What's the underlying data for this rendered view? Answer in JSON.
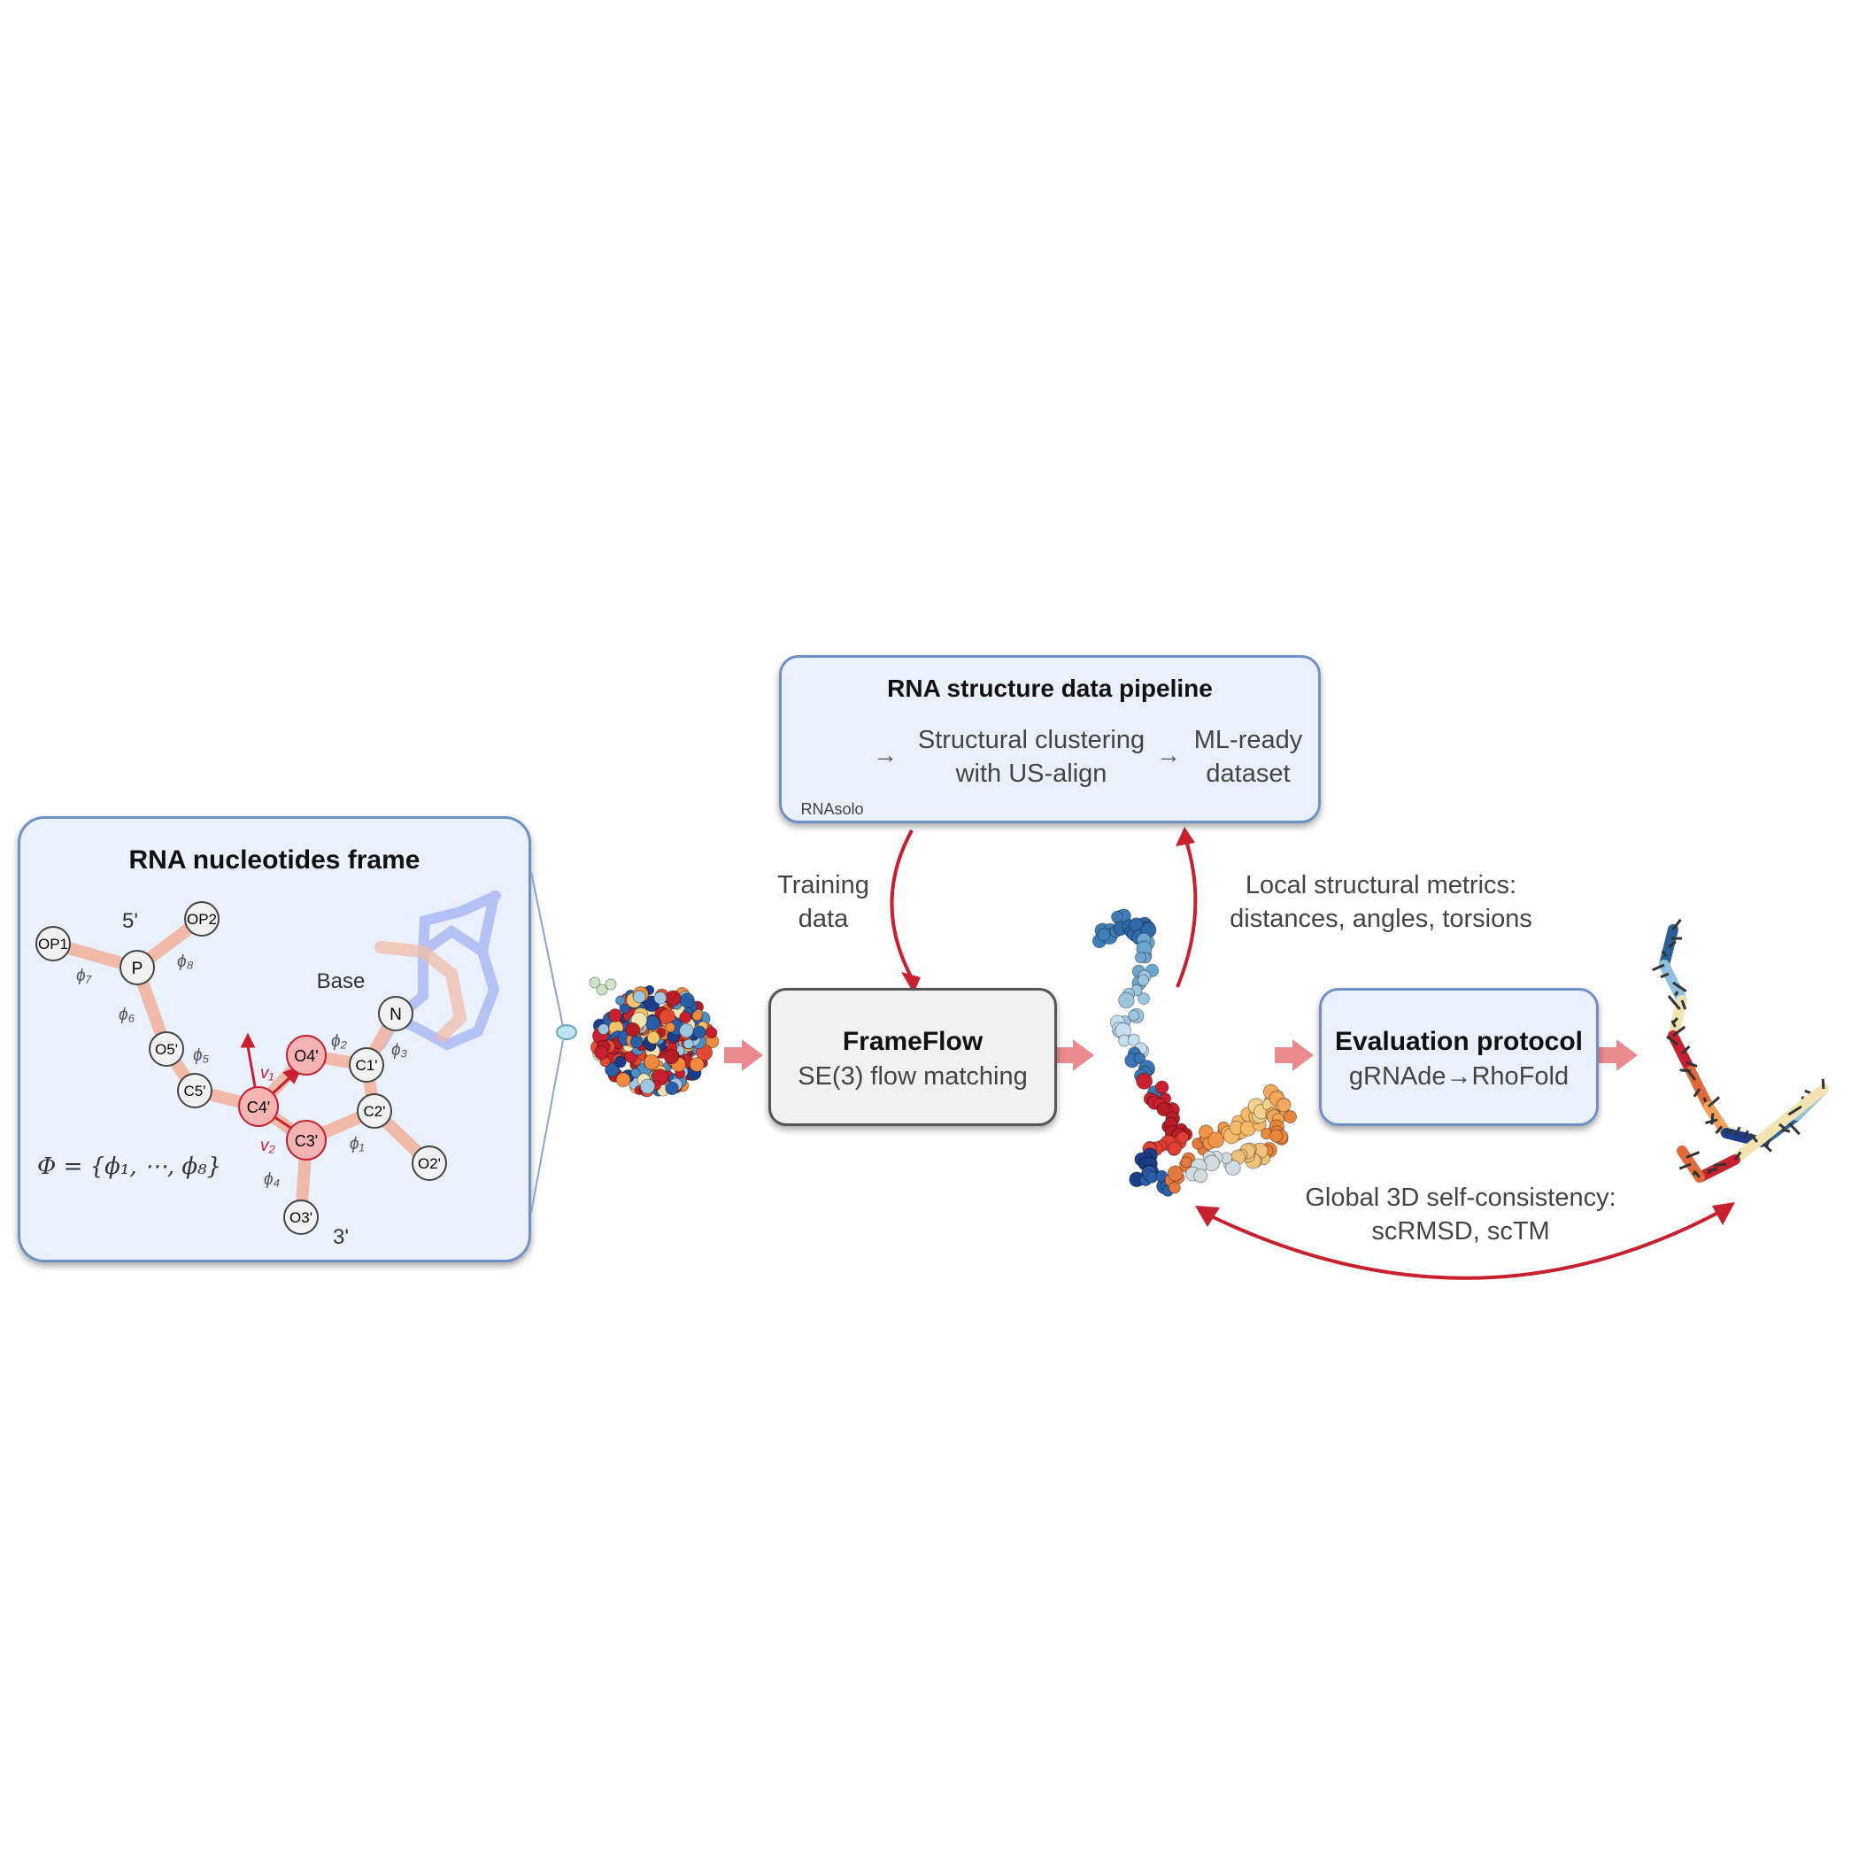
{
  "frame_panel": {
    "title": "RNA nucleotides frame",
    "atoms": {
      "op1": "OP1",
      "op2": "OP2",
      "p": "P",
      "o5": "O5'",
      "c5": "C5'",
      "c4": "C4'",
      "o4": "O4'",
      "c3": "C3'",
      "c2": "C2'",
      "c1": "C1'",
      "o2": "O2'",
      "o3": "O3'",
      "n": "N"
    },
    "labels": {
      "five_prime": "5'",
      "three_prime": "3'",
      "base": "Base"
    },
    "torsions": {
      "phi1": "ϕ₁",
      "phi2": "ϕ₂",
      "phi3": "ϕ₃",
      "phi4": "ϕ₄",
      "phi5": "ϕ₅",
      "phi6": "ϕ₆",
      "phi7": "ϕ₇",
      "phi8": "ϕ₈"
    },
    "vectors": {
      "v1": "v₁",
      "v2": "v₂"
    },
    "formula": "Φ = {ϕ₁, ⋯, ϕ₈}"
  },
  "pipeline": {
    "title": "RNA structure data pipeline",
    "db_label": "RNAsolo",
    "arrow1": "→",
    "step1_line1": "Structural clustering",
    "step1_line2": "with US-align",
    "arrow2": "→",
    "step2_line1": "ML-ready",
    "step2_line2": "dataset"
  },
  "training_label": {
    "line1": "Training",
    "line2": "data"
  },
  "local_metrics": {
    "line1": "Local structural metrics:",
    "line2": "distances, angles, torsions"
  },
  "frameflow": {
    "title": "FrameFlow",
    "subtitle": "SE(3) flow matching"
  },
  "evaluation": {
    "title": "Evaluation protocol",
    "subtitle": "gRNAde→RhoFold"
  },
  "global_metrics": {
    "line1": "Global 3D self-consistency:",
    "line2": "scRMSD, scTM"
  },
  "colors": {
    "panel_fill": "#eaf1fd",
    "panel_border": "#6f91c6",
    "red_arrow": "#c8202e",
    "pink_arrow": "#e98a8e",
    "backbone": "#f0b9a8",
    "base": "#a9b6f2",
    "atom_highlight": "#f6b3b3"
  }
}
